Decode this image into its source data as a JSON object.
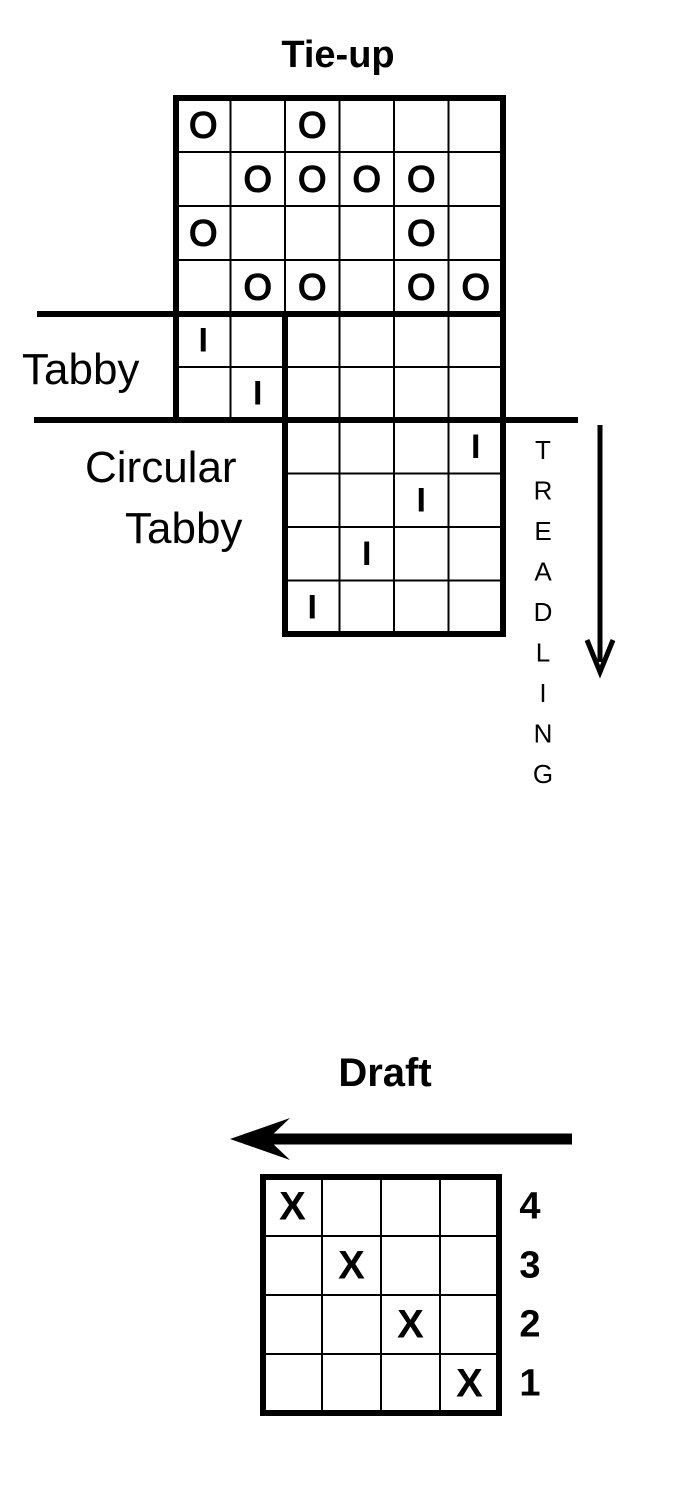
{
  "tieup": {
    "title": "Tie-up",
    "rows": [
      [
        "O",
        "",
        "O",
        "",
        "",
        ""
      ],
      [
        "",
        "O",
        "O",
        "O",
        "O",
        ""
      ],
      [
        "O",
        "",
        "",
        "",
        "O",
        ""
      ],
      [
        "",
        "O",
        "O",
        "",
        "O",
        "O"
      ]
    ]
  },
  "tabby": {
    "label": "Tabby",
    "rows": [
      [
        "I",
        "",
        "",
        "",
        "",
        ""
      ],
      [
        "",
        "I",
        "",
        "",
        "",
        ""
      ]
    ]
  },
  "circular_tabby": {
    "label_line1": "Circular",
    "label_line2": "Tabby",
    "rows": [
      [
        "",
        "",
        "",
        "I"
      ],
      [
        "",
        "",
        "I",
        ""
      ],
      [
        "",
        "I",
        "",
        ""
      ],
      [
        "I",
        "",
        "",
        ""
      ]
    ]
  },
  "treadling": {
    "letters": [
      "T",
      "R",
      "E",
      "A",
      "D",
      "L",
      "I",
      "N",
      "G"
    ]
  },
  "draft": {
    "title": "Draft",
    "rows": [
      [
        "X",
        "",
        "",
        ""
      ],
      [
        "",
        "X",
        "",
        ""
      ],
      [
        "",
        "",
        "X",
        ""
      ],
      [
        "",
        "",
        "",
        "X"
      ]
    ],
    "row_numbers": [
      "4",
      "3",
      "2",
      "1"
    ]
  }
}
